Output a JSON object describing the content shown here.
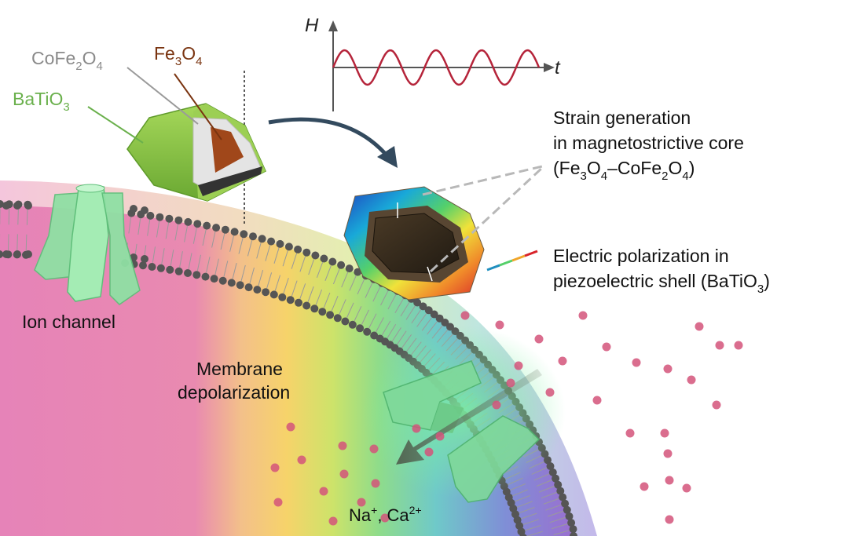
{
  "labels": {
    "cofe2o4": {
      "base": "CoFe",
      "s1": "2",
      "mid": "O",
      "s2": "4"
    },
    "fe3o4": {
      "base": "Fe",
      "s1": "3",
      "mid": "O",
      "s2": "4"
    },
    "batio3": {
      "base": "BaTiO",
      "s1": "3"
    },
    "ion_channel": "Ion channel",
    "membrane_line1": "Membrane",
    "membrane_line2": "depolarization",
    "ions": {
      "na": "Na",
      "na_sup": "+",
      "sep": ", Ca",
      "ca_sup": "2+"
    }
  },
  "field_plot": {
    "y_axis": "H",
    "x_axis": "t"
  },
  "strain": {
    "line1": "Strain generation",
    "line2": "in magnetostrictive core",
    "line3": {
      "a": "(Fe",
      "b": "3",
      "c": "O",
      "d": "4",
      "e": "–CoFe",
      "f": "2",
      "g": "O",
      "h": "4",
      "i": ")"
    }
  },
  "polarization": {
    "line1": "Electric polarization in",
    "line2": {
      "a": "piezoelectric shell (BaTiO",
      "b": "3",
      "c": ")"
    }
  },
  "colors": {
    "cell_interior": "#e486b8",
    "shell_green": "#8cc63f",
    "sine_wave": "#b5243a",
    "ion_dot": "#d4537a",
    "lipid_head": "#555555",
    "channel": "#8fe0a4",
    "cofe2o4_label": "#8a8a8a",
    "fe3o4_label": "#7a3410",
    "batio3_label": "#6ab04c"
  }
}
